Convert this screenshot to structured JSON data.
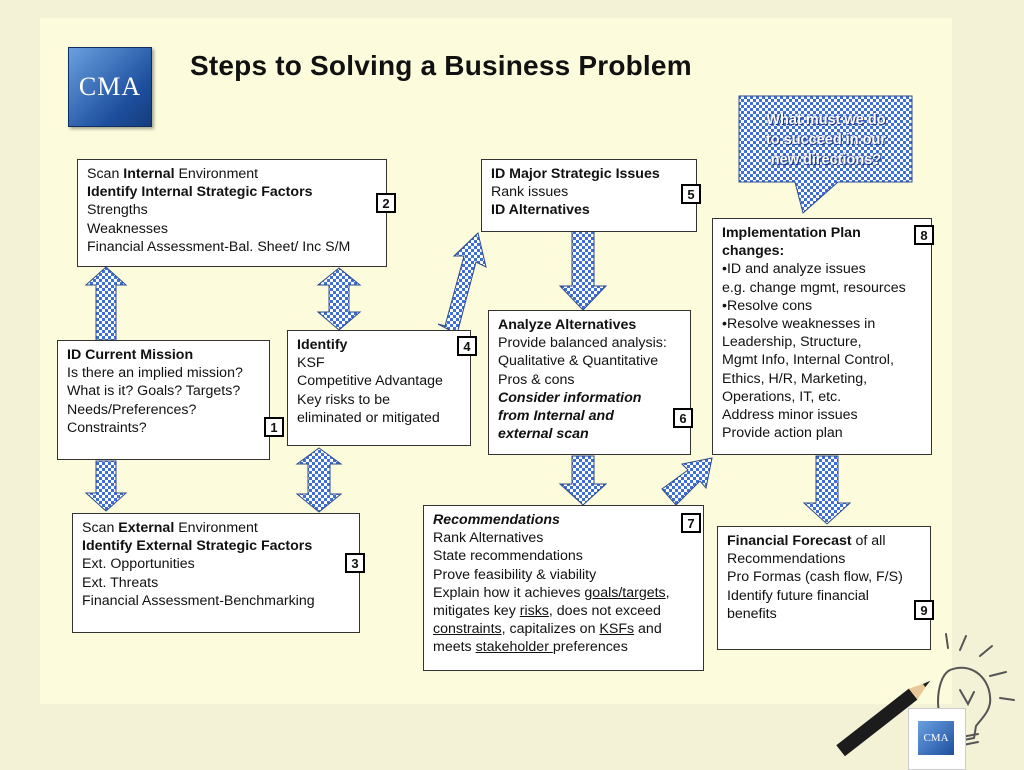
{
  "title": "Steps to Solving a Business Problem",
  "logo_text": "CMA",
  "callout": [
    "What must we do",
    "to succeed in our",
    "new directions?"
  ],
  "steps": {
    "s1": {
      "num": "1",
      "lines": [
        "ID Current Mission",
        "Is there an implied mission?",
        "What is it? Goals? Targets?",
        "Needs/Preferences?",
        "Constraints?"
      ]
    },
    "s2": {
      "num": "2",
      "lines": [
        "Scan ",
        "Internal",
        " Environment",
        "Identify Internal Strategic Factors",
        "Strengths",
        "Weaknesses",
        "Financial Assessment-Bal. Sheet/ Inc S/M"
      ]
    },
    "s3": {
      "num": "3",
      "lines": [
        "Scan ",
        "External",
        " Environment",
        "Identify External Strategic Factors",
        "Ext. Opportunities",
        "Ext. Threats",
        "Financial Assessment-Benchmarking"
      ]
    },
    "s4": {
      "num": "4",
      "lines": [
        "Identify",
        "KSF",
        "Competitive Advantage",
        "Key risks to be",
        "eliminated or mitigated"
      ]
    },
    "s5": {
      "num": "5",
      "lines": [
        "ID Major Strategic Issues",
        "Rank issues",
        "ID Alternatives"
      ]
    },
    "s6": {
      "num": "6",
      "lines": [
        "Analyze Alternatives",
        "Provide balanced analysis:",
        "Qualitative & Quantitative",
        "Pros & cons",
        "Consider information",
        "from Internal and",
        "external scan"
      ]
    },
    "s7": {
      "num": "7",
      "lines": [
        "Recommendations",
        "Rank Alternatives",
        "State recommendations",
        "Prove feasibility & viability",
        "Explain how it achieves ",
        "goals/targets",
        ",",
        "mitigates key ",
        "risks",
        ", does not exceed",
        "constraints",
        ", capitalizes on ",
        "KSFs",
        " and",
        "meets ",
        "stakeholder ",
        "preferences"
      ]
    },
    "s8": {
      "num": "8",
      "lines": [
        "Implementation Plan",
        "changes:",
        "•ID and analyze issues",
        "e.g. change mgmt, resources",
        "•Resolve cons",
        "•Resolve weaknesses in",
        "Leadership, Structure,",
        "Mgmt Info, Internal Control,",
        "Ethics, H/R, Marketing,",
        "Operations, IT, etc.",
        "Address minor issues",
        "Provide action plan"
      ]
    },
    "s9": {
      "num": "9",
      "lines": [
        "Financial Forecast",
        " of all",
        "Recommendations",
        "Pro Formas (cash flow, F/S)",
        "Identify future financial",
        "benefits"
      ]
    }
  }
}
